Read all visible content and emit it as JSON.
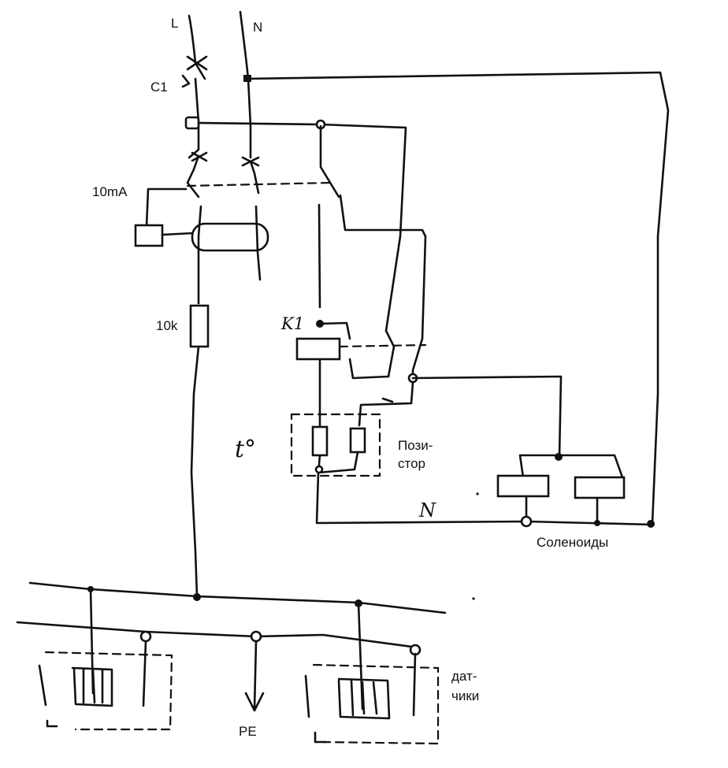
{
  "labels": {
    "line": "L",
    "neutral_top": "N",
    "breaker": "C1",
    "rcd_rating": "10mA",
    "resistor": "10k",
    "relay": "K1",
    "temperature": "t°",
    "posistor_line1": "Пози-",
    "posistor_line2": "стор",
    "neutral_bottom": "N",
    "solenoids": "Соленоиды",
    "earth": "PE",
    "sensors_line1": "дат-",
    "sensors_line2": "чики"
  }
}
